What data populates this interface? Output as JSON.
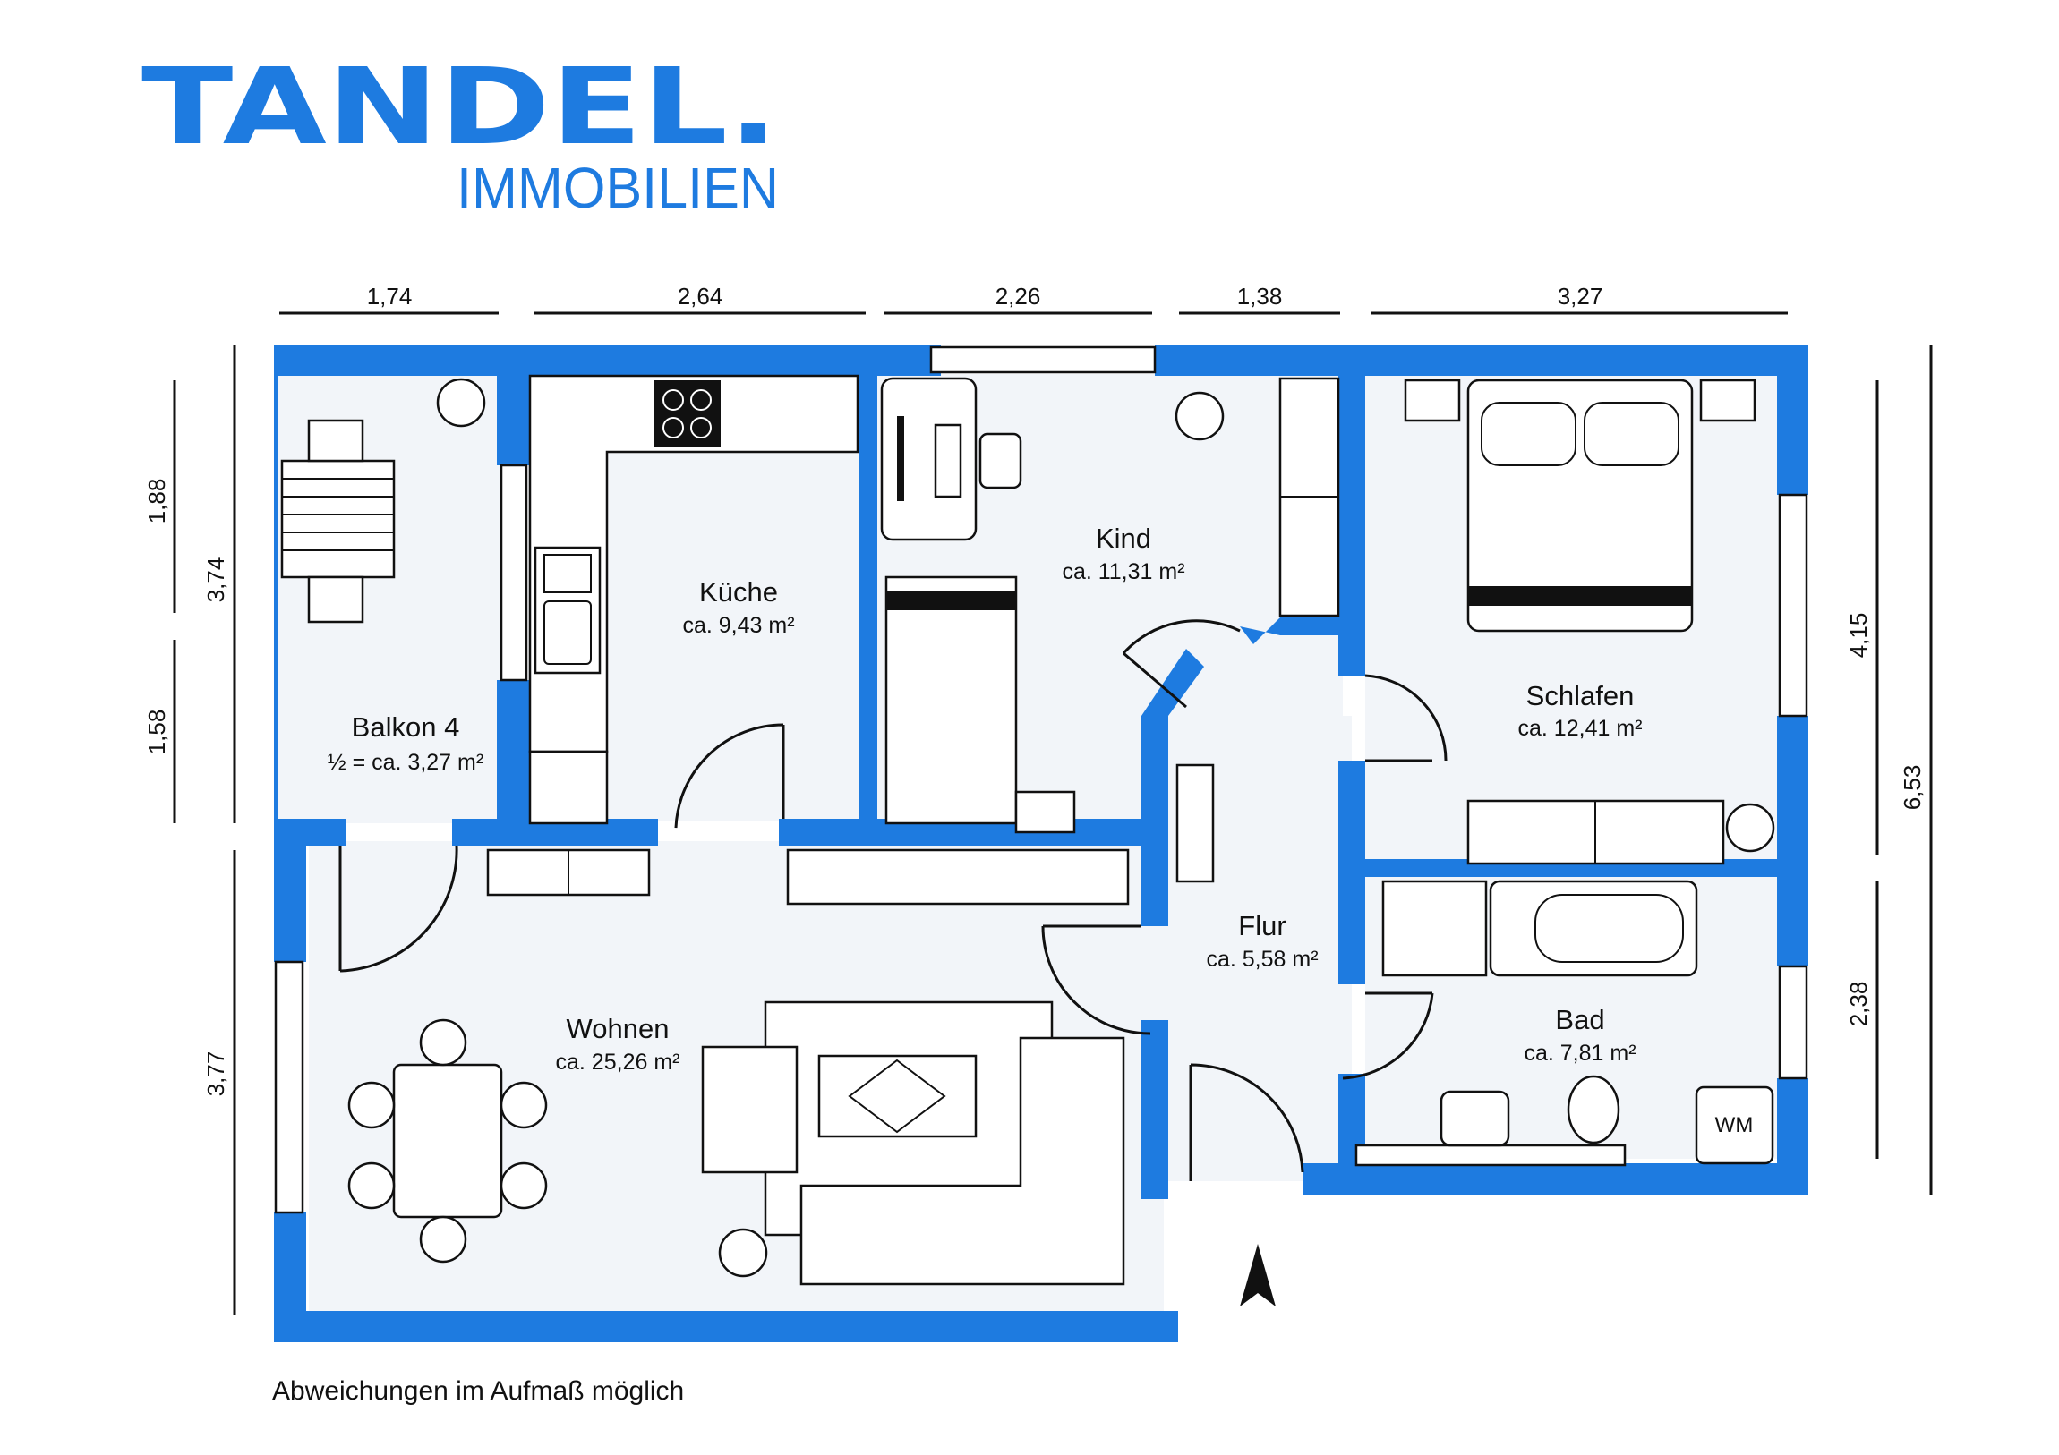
{
  "brand": {
    "name": "TANDEL.",
    "subtitle": "IMMOBILIEN",
    "color": "#1e7be0"
  },
  "dimensions": {
    "top": [
      "1,74",
      "2,64",
      "2,26",
      "1,38",
      "3,27"
    ],
    "left_outer": [
      "3,74",
      "3,77"
    ],
    "left_inner": [
      "1,88",
      "1,58"
    ],
    "right_inner": [
      "4,15",
      "2,38"
    ],
    "right_outer": "6,53"
  },
  "rooms": {
    "balkon": {
      "name": "Balkon 4",
      "area": "½ = ca. 3,27 m²"
    },
    "kueche": {
      "name": "Küche",
      "area": "ca. 9,43 m²"
    },
    "kind": {
      "name": "Kind",
      "area": "ca. 11,31 m²"
    },
    "schlafen": {
      "name": "Schlafen",
      "area": "ca. 12,41 m²"
    },
    "flur": {
      "name": "Flur",
      "area": "ca. 5,58 m²"
    },
    "wohnen": {
      "name": "Wohnen",
      "area": "ca. 25,26 m²"
    },
    "bad": {
      "name": "Bad",
      "area": "ca. 7,81 m²"
    }
  },
  "fixtures": {
    "washing_machine": "WM"
  },
  "footer": "Abweichungen im Aufmaß möglich",
  "colors": {
    "wall": "#1e7be0",
    "floor": "#f2f5f9"
  }
}
